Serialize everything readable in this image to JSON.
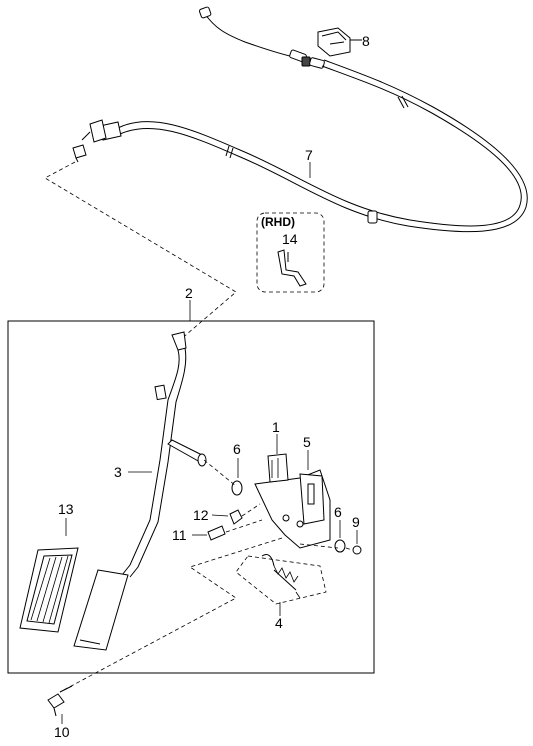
{
  "labels": {
    "p1": "1",
    "p2": "2",
    "p3": "3",
    "p4": "4",
    "p5": "5",
    "p6a": "6",
    "p6b": "6",
    "p7": "7",
    "p8": "8",
    "p9": "9",
    "p10": "10",
    "p11": "11",
    "p12": "12",
    "p13": "13",
    "p14": "14",
    "rhd": "(RHD)"
  }
}
